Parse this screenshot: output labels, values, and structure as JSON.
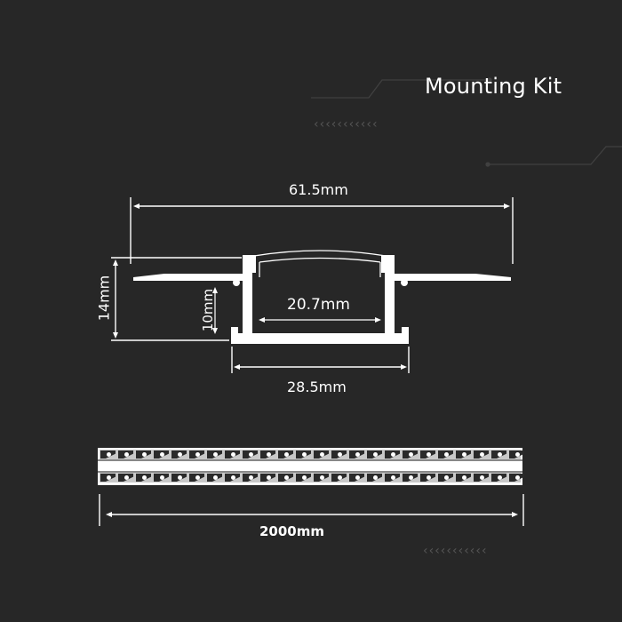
{
  "header": {
    "title": "Mounting Kit"
  },
  "decor": {
    "chevrons": "‹‹‹‹‹‹‹‹‹‹‹"
  },
  "dimensions": {
    "total_width": "61.5mm",
    "inner_width": "20.7mm",
    "base_width": "28.5mm",
    "total_height": "14mm",
    "inner_height": "10mm",
    "length": "2000mm"
  },
  "colors": {
    "background": "#272727",
    "line": "#ffffff",
    "decor": "#4a4a4a"
  }
}
